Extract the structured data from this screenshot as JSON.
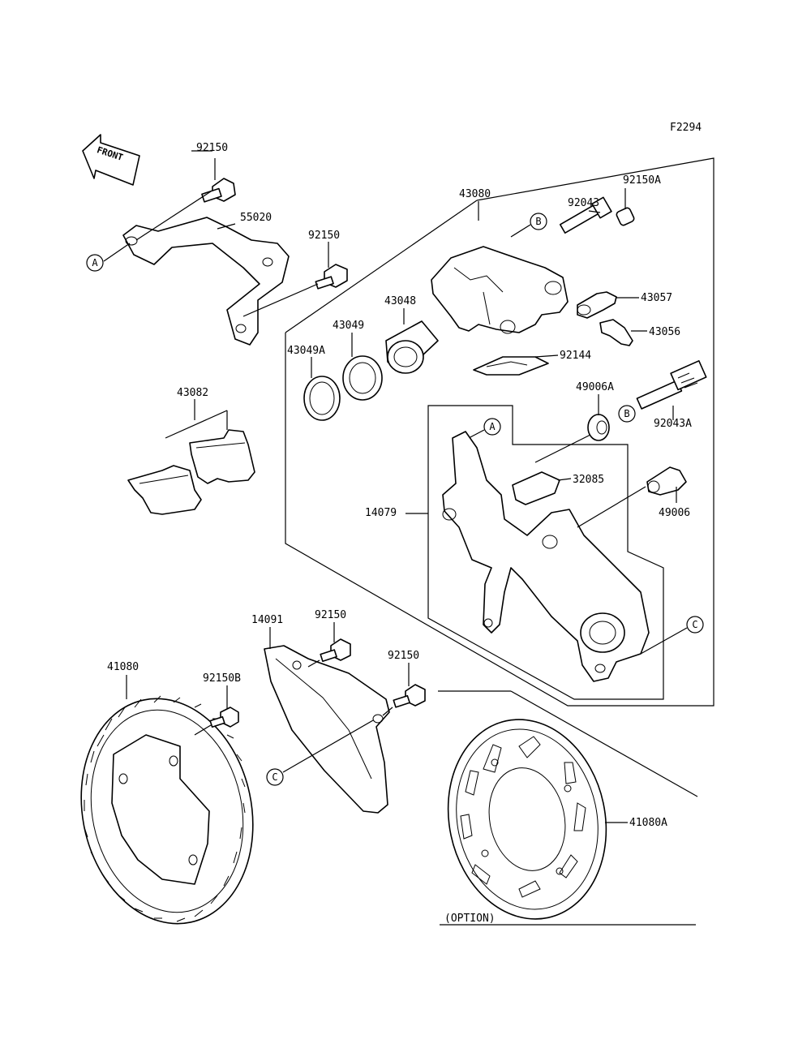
{
  "figure_id": "F2294",
  "front_arrow": "FRONT",
  "option_label": "(OPTION)",
  "callouts": [
    "A",
    "B",
    "C"
  ],
  "parts": {
    "p92150_top": "92150",
    "p55020": "55020",
    "p92150_mid": "92150",
    "p43080": "43080",
    "p92150A": "92150A",
    "p92043": "92043",
    "p43057": "43057",
    "p43056": "43056",
    "p43048": "43048",
    "p43049": "43049",
    "p43049A": "43049A",
    "p92144": "92144",
    "p43082": "43082",
    "p49006A": "49006A",
    "p92043A": "92043A",
    "p32085": "32085",
    "p14079": "14079",
    "p49006": "49006",
    "p14091": "14091",
    "p92150_low1": "92150",
    "p92150_low2": "92150",
    "p41080": "41080",
    "p92150B": "92150B",
    "p41080A": "41080A"
  }
}
